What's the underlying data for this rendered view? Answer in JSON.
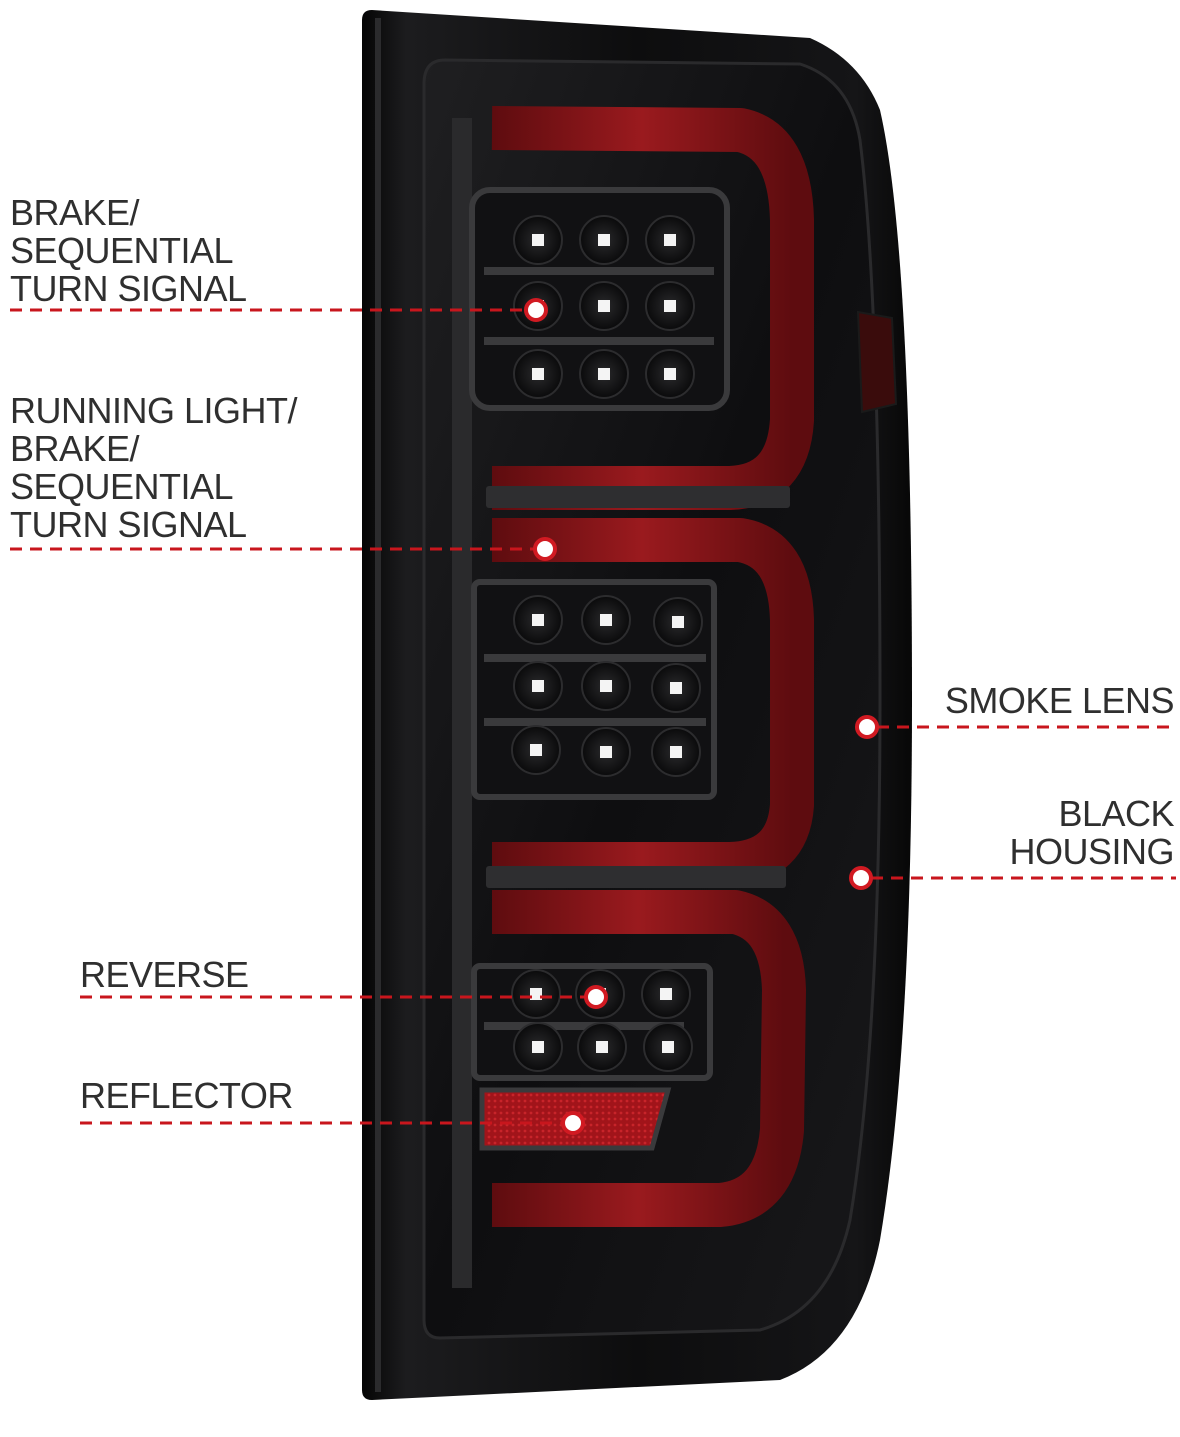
{
  "callouts": [
    {
      "id": "brake-sequential-turn",
      "lines": [
        "BRAKE/",
        "SEQUENTIAL",
        "TURN SIGNAL"
      ]
    },
    {
      "id": "running-brake-sequential-turn",
      "lines": [
        "RUNNING LIGHT/",
        "BRAKE/",
        "SEQUENTIAL",
        "TURN SIGNAL"
      ]
    },
    {
      "id": "reverse",
      "lines": [
        "REVERSE"
      ]
    },
    {
      "id": "reflector",
      "lines": [
        "REFLECTOR"
      ]
    },
    {
      "id": "smoke-lens",
      "lines": [
        "SMOKE LENS"
      ]
    },
    {
      "id": "black-housing",
      "lines": [
        "BLACK",
        "HOUSING"
      ]
    }
  ],
  "colors": {
    "leader_line": "#c8161d",
    "marker_fill": "#ffffff",
    "marker_ring": "#d11a22",
    "housing": "#0b0b0c",
    "light_tube": "#8e1518",
    "led": "#f4f4f4",
    "reflector": "#b3161c",
    "text": "#2f2f2f"
  }
}
